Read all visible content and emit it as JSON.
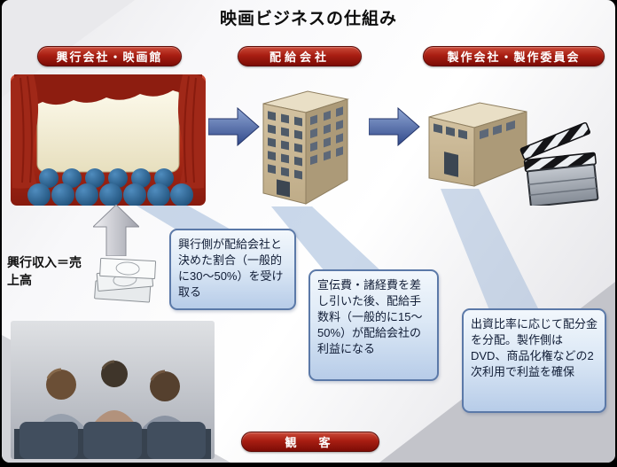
{
  "title": "映画ビジネスの仕組み",
  "entities": {
    "exhibitor": {
      "label": "興行会社・映画館"
    },
    "distributor": {
      "label": "配給会社"
    },
    "producer": {
      "label": "製作会社・製作委員会"
    },
    "audience": {
      "label": "観　客"
    }
  },
  "annotations": {
    "box_office": "興行収入＝売上高",
    "exhibitor_note": "興行側が配給会社と決めた割合（一般的に30～50%）を受け取る",
    "distributor_note": "宣伝費・諸経費を差し引いた後、配給手数料（一般的に15～50%）が配給会社の利益になる",
    "producer_note": "出資比率に応じて配分金を分配。製作側はDVD、商品化権などの2次利用で利益を確保"
  },
  "icons": {
    "theater": "theater-stage-with-audience",
    "distributor": "office-building",
    "producer": "office-building-with-clapperboard",
    "money": "banknote-stack",
    "audience": "audience-from-behind",
    "flow_right": "arrow-right",
    "flow_up": "arrow-up"
  },
  "colors": {
    "pill_red_top": "#cb4a38",
    "pill_red_bottom": "#7c0c06",
    "callout_border": "#5b79a8",
    "callout_bg": "#dde9f6",
    "arrow_blue_dark": "#31498a",
    "arrow_blue_light": "#8fa6d4",
    "arrow_silver": "#b9bcc4",
    "building_tan": "#c9b795",
    "curtain_red": "#a02818"
  }
}
